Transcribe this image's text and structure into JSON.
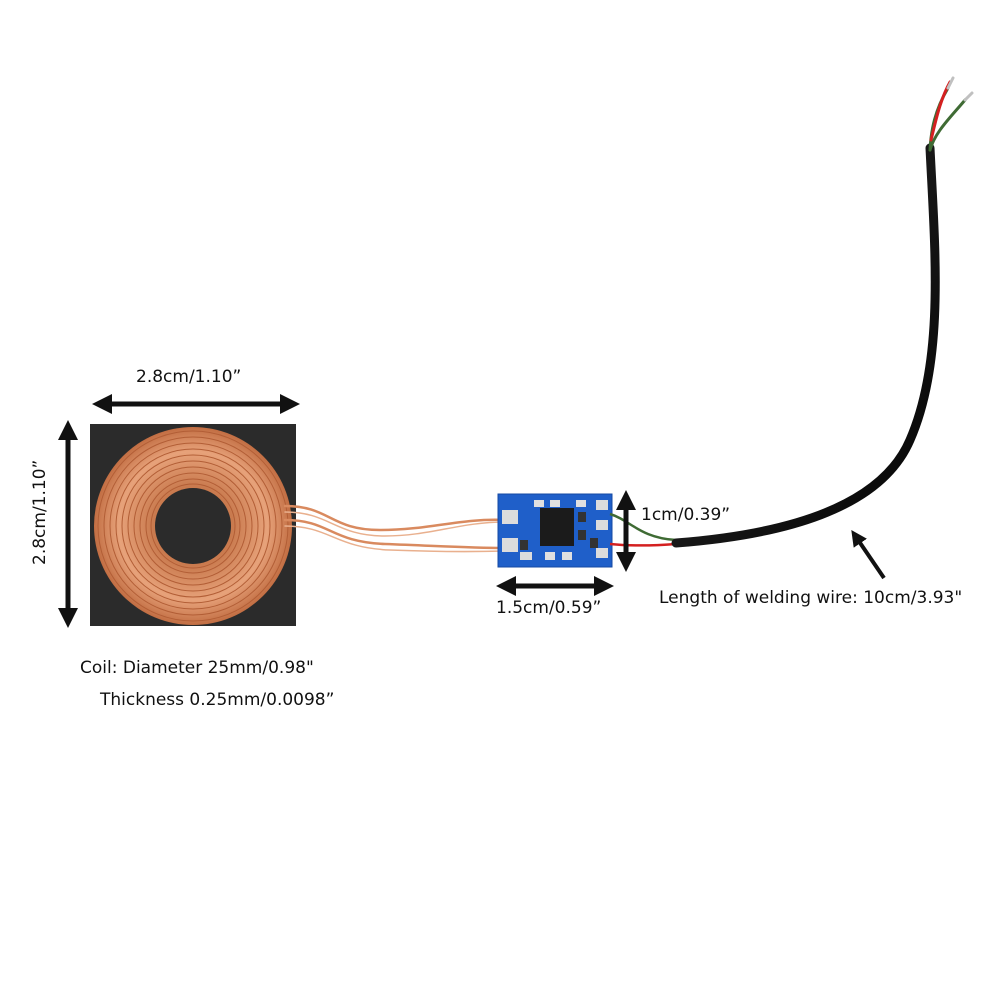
{
  "labels": {
    "coil_width": "2.8cm/1.10”",
    "coil_height": "2.8cm/1.10”",
    "board_height": "1cm/0.39”",
    "board_width": "1.5cm/0.59”",
    "wire_length": "Length of welding wire: 10cm/3.93\"",
    "coil_diameter": "Coil: Diameter 25mm/0.98\"",
    "coil_thickness": "Thickness 0.25mm/0.0098”"
  },
  "colors": {
    "background": "#ffffff",
    "coil_pad": "#2b2b2b",
    "copper": "#d98a5f",
    "pcb": "#1f5fc9",
    "cable": "#111111",
    "wire_red": "#d42020",
    "wire_green": "#3f6b34",
    "arrow": "#111111"
  }
}
